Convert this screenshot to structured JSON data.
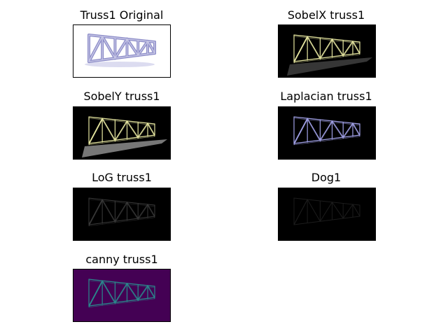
{
  "figure": {
    "background": "#ffffff",
    "panels": [
      {
        "title": "Truss1 Original",
        "style": "original",
        "background": "#ffffff",
        "stroke": "#8c8cc8"
      },
      {
        "title": "SobelX truss1",
        "style": "sobelx",
        "background": "#000000",
        "stroke": "#e6e6a0"
      },
      {
        "title": "SobelY truss1",
        "style": "sobely",
        "background": "#000000",
        "stroke": "#e6e6a0"
      },
      {
        "title": "Laplacian truss1",
        "style": "laplacian",
        "background": "#000000",
        "stroke": "#a0a0e6"
      },
      {
        "title": "LoG truss1",
        "style": "log",
        "background": "#000000",
        "stroke": "#3a3a3a"
      },
      {
        "title": "Dog1",
        "style": "dog",
        "background": "#000000",
        "stroke": "#1c1c1c"
      },
      {
        "title": "canny truss1",
        "style": "canny",
        "background": "#440154",
        "stroke": "#2a8a8c"
      }
    ]
  }
}
